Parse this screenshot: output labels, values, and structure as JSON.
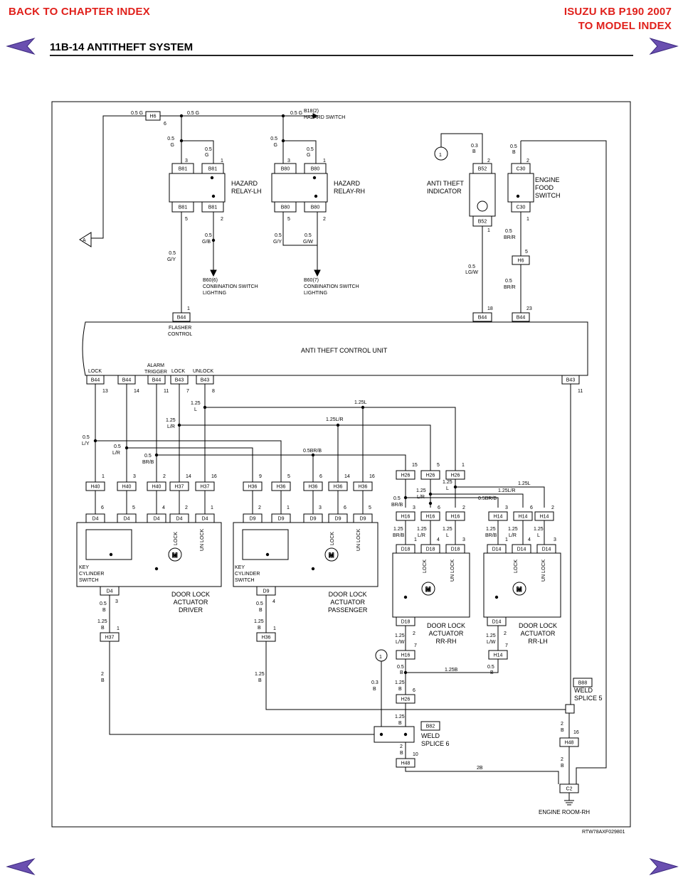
{
  "header": {
    "back_chapter": "BACK TO CHAPTER INDEX",
    "model_line1": "ISUZU KB P190 2007",
    "model_line2": "TO MODEL INDEX",
    "page_title": "11B-14 ANTITHEFT SYSTEM"
  },
  "colors": {
    "link": "#e0201b",
    "arrow": "#6a4fb0",
    "wire": "#000000"
  },
  "diagram": {
    "ref_code": "RTW78AXF029801",
    "ground": "ENGINE ROOM-RH",
    "control_unit": "ANTI THEFT CONTROL UNIT",
    "flasher_control": [
      "FLASHER",
      "CONTROL"
    ],
    "hazard_switch": [
      "B18(2)",
      "HAZARD SWITCH"
    ],
    "relay_lh": [
      "HAZARD",
      "RELAY-LH"
    ],
    "relay_rh": [
      "HAZARD",
      "RELAY-RH"
    ],
    "indicator": [
      "ANTI THEFT",
      "INDICATOR"
    ],
    "hood_switch": [
      "ENGINE",
      "FOOD",
      "SWITCH"
    ],
    "lighting_left": [
      "B60(6)",
      "CONBINATION SWITCH",
      "LIGHTING"
    ],
    "lighting_right": [
      "B60(7)",
      "CONBINATION SWITCH",
      "LIGHTING"
    ],
    "pin_labels": [
      "LOCK",
      "ALARM",
      "TRIGGER",
      "LOCK",
      "UNLOCK"
    ],
    "driver": [
      "DOOR LOCK",
      "ACTUATOR",
      "DRIVER"
    ],
    "passenger": [
      "DOOR LOCK",
      "ACTUATOR",
      "PASSENGER"
    ],
    "rrrh": [
      "DOOR LOCK",
      "ACTUATOR",
      "RR-RH"
    ],
    "rrlh": [
      "DOOR LOCK",
      "ACTUATOR",
      "RR-LH"
    ],
    "key_switch": [
      "KEY",
      "CYLINDER",
      "SWITCH"
    ],
    "splice5": [
      "WELD",
      "SPLICE 5"
    ],
    "splice6": [
      "WELD",
      "SPLICE 6"
    ],
    "lock": "LOCK",
    "unlock": "UN LOCK",
    "connectors": [
      "H6",
      "B81",
      "B80",
      "B52",
      "C30",
      "B44",
      "B43",
      "H40",
      "H37",
      "H36",
      "H26",
      "H16",
      "H14",
      "D4",
      "D9",
      "D18",
      "D14",
      "B88",
      "B82",
      "H48",
      "C2",
      "A",
      "1",
      "M"
    ]
  }
}
